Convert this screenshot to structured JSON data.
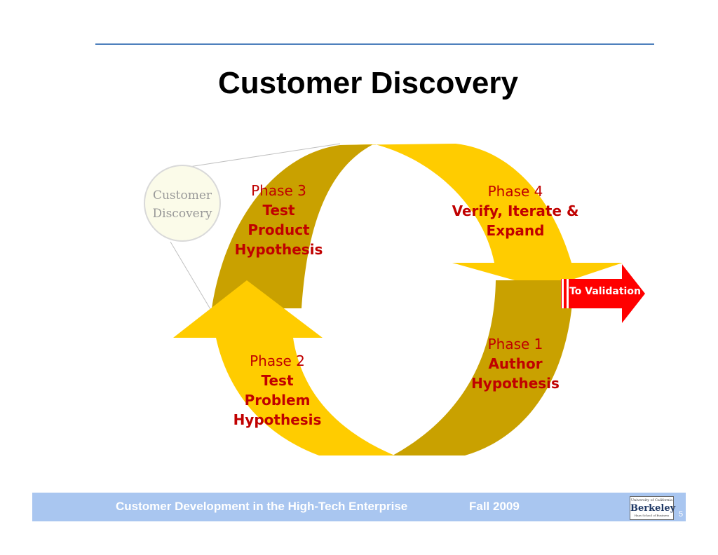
{
  "slide": {
    "title": "Customer Discovery",
    "small_circle_label": [
      "Customer",
      "Discovery"
    ],
    "exit_arrow_label": "To Validation",
    "page_number": "5"
  },
  "phases": [
    {
      "number_label": "Phase 3",
      "name": [
        "Test",
        "Product",
        "Hypothesis"
      ]
    },
    {
      "number_label": "Phase 4",
      "name": [
        "Verify, Iterate &",
        "Expand"
      ]
    },
    {
      "number_label": "Phase 1",
      "name": [
        "Author",
        "Hypothesis"
      ]
    },
    {
      "number_label": "Phase 2",
      "name": [
        "Test",
        "Problem",
        "Hypothesis"
      ]
    }
  ],
  "footer": {
    "course": "Customer Development in the High-Tech Enterprise",
    "term": "Fall 2009",
    "logo_lines": [
      "University of California",
      "Berkeley",
      "Haas School of Business"
    ]
  },
  "colors": {
    "arrow_light": "#ffcc00",
    "arrow_dark": "#c9a100",
    "phase_text": "#c00000",
    "exit_arrow": "#ff0000",
    "footer_band": "#a9c6f0",
    "rule_line": "#4f81bd"
  }
}
